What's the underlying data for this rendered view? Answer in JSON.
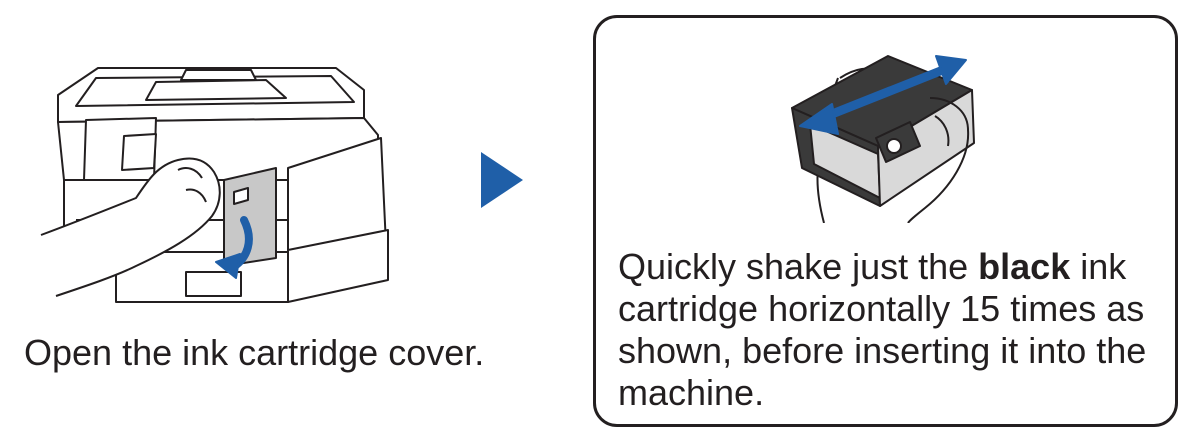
{
  "left_step": {
    "caption": "Open the ink cartridge cover.",
    "illustration_icon": "printer-open-cover-icon"
  },
  "arrow_icon": "triangle-right-icon",
  "note": {
    "text_before": "Quickly shake just the ",
    "text_bold": "black",
    "text_after": " ink cartridge horizontally 15 times as shown, before inserting it into the machine.",
    "illustration_icon": "ink-cartridge-shake-icon"
  },
  "colors": {
    "accent_blue": "#1f5fa8",
    "text": "#231f20",
    "line_art": "#231f20",
    "cartridge_dark": "#3a3a3a",
    "cartridge_light": "#d9d9d9",
    "cover_gray": "#c8c8c8"
  }
}
